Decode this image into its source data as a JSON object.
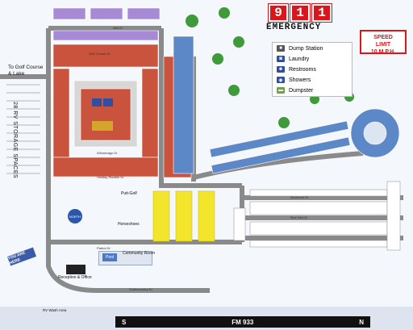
{
  "header": {
    "badge_digits": [
      "9",
      "1",
      "1"
    ],
    "emergency_label": "EMERGENCY",
    "speed_limit": [
      "SPEED",
      "LIMIT",
      "10 M.P.H."
    ]
  },
  "legend": {
    "items": [
      {
        "label": "Dump Station",
        "icon": "dump-station-icon",
        "color": "#555555"
      },
      {
        "label": "Laundry",
        "icon": "laundry-icon",
        "color": "#2f4fa0"
      },
      {
        "label": "Restrooms",
        "icon": "restrooms-icon",
        "color": "#2f4fa0"
      },
      {
        "label": "Showers",
        "icon": "showers-icon",
        "color": "#2f4fa0"
      },
      {
        "label": "Dumpster",
        "icon": "dumpster-icon",
        "color": "#6fa04a"
      }
    ]
  },
  "labels": {
    "golf_course": "To Golf Course",
    "lake": "& Lake",
    "storage": "28 RV STORAGE SPACES",
    "putt_golf": "Putt-Golf",
    "horseshoes": "Horseshoes",
    "pool": "Pool",
    "community_room": "Community Room",
    "reception": "Reception & Office",
    "you_are_here": "YOU ARE HERE",
    "rv_wash": "RV Wash Area",
    "north": "NORTH",
    "patriot_dr": "Patriot Dr",
    "holiday_ramble": "Holiday Ramble Dr",
    "south_country": "Southcountry Dr",
    "blue_bird": "Blue Bird Dr",
    "winnebago": "Winnebago Dr",
    "airstream": "Airstream Dr",
    "golf_course_dr": "Golf Course Dr",
    "alta_dr": "Alta Dr"
  },
  "highway": {
    "south": "S",
    "name": "FM 933",
    "north": "N"
  },
  "colors": {
    "brick": "#c9533c",
    "purple": "#a68ad6",
    "blue_sites": "#5d88c7",
    "yellow_sites": "#f2e52b",
    "road": "#7c7c7c",
    "emergency": "#d8161b"
  }
}
